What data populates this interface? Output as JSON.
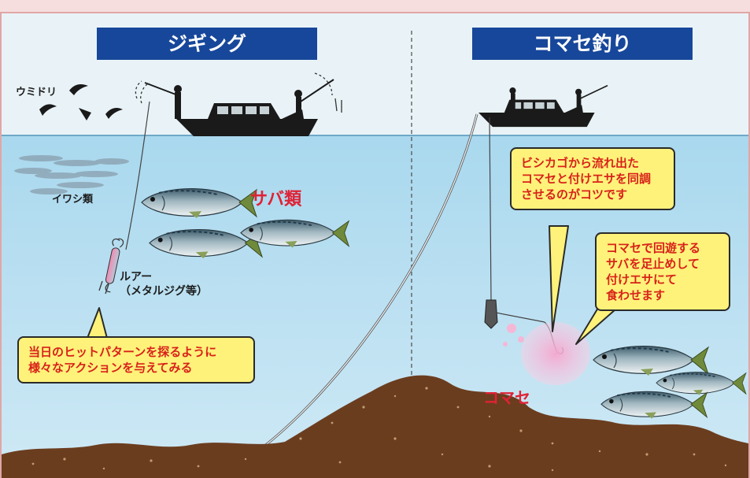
{
  "left_panel": {
    "title": "ジギング",
    "birds_label": "ウミドリ",
    "sardine_label": "イワシ類",
    "mackerel_label": "サバ類",
    "lure_label": [
      "ルアー",
      "（メタルジグ等）"
    ],
    "callout_lines": [
      "当日のヒットパターンを探るように",
      "様々なアクションを与えてみる"
    ]
  },
  "right_panel": {
    "title": "コマセ釣り",
    "callout_top_lines": [
      "ビシカゴから流れ出た",
      "コマセと付けエサを同調",
      "させるのがコツです"
    ],
    "callout_right_lines": [
      "コマセで回遊する",
      "サバを足止めして",
      "付けエサにて",
      "食わせます"
    ],
    "chum_label": "コマセ"
  },
  "colors": {
    "title_bg": "#17479a",
    "callout_bg": "#fff27a",
    "callout_text": "#d8221a",
    "accent_red": "#e02236",
    "sky": "#e8f2f6",
    "water": "#a9d6ec",
    "seabed": "#6b3d1f"
  }
}
